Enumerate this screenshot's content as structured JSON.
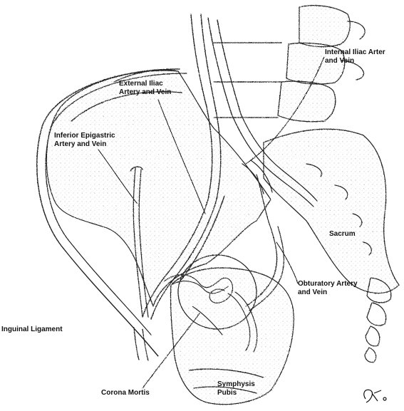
{
  "labels": {
    "internal_iliac": [
      "Internal Iliac Arter",
      "and Vein"
    ],
    "external_iliac": [
      "External Iliac",
      "Artery and Vein"
    ],
    "inferior_epigastric": [
      "Inferior Epigastric",
      "Artery and Vein"
    ],
    "sacrum": "Sacrum",
    "obturatory": [
      "Obturatory Artery",
      "and Vein"
    ],
    "inguinal_ligament": "Inguinal Ligament",
    "corona_mortis": "Corona Mortis",
    "symphysis_pubis": [
      "Symphysis",
      "Pubis"
    ]
  },
  "colors": {
    "ink": "#111111",
    "background": "#ffffff"
  }
}
